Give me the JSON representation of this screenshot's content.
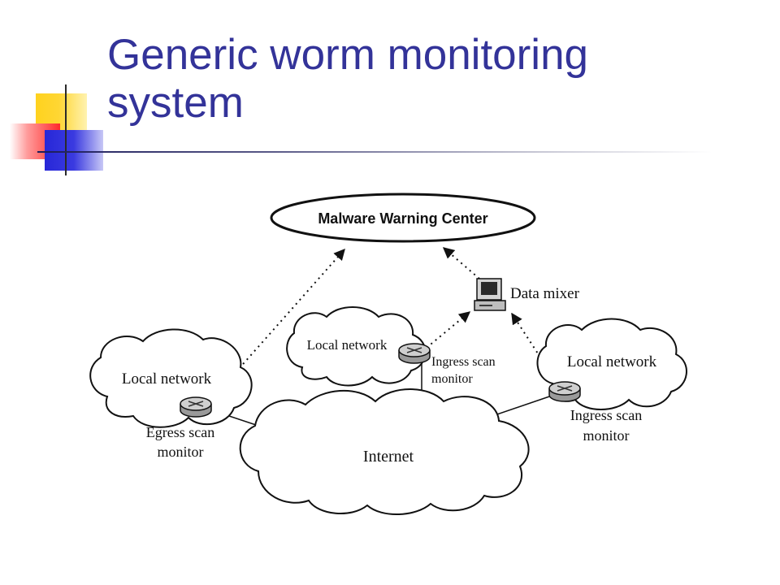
{
  "slide": {
    "title": "Generic worm monitoring system"
  },
  "diagram": {
    "center_label": "Malware Warning Center",
    "data_mixer_label": "Data mixer",
    "internet_label": "Internet",
    "networks": [
      {
        "label": "Local network",
        "monitor_line1": "Egress scan",
        "monitor_line2": "monitor"
      },
      {
        "label": "Local network",
        "monitor_line1": "Ingress scan",
        "monitor_line2": "monitor"
      },
      {
        "label": "Local network",
        "monitor_line1": "Ingress scan",
        "monitor_line2": "monitor"
      }
    ]
  },
  "colors": {
    "title": "#333399",
    "ink": "#111111"
  }
}
